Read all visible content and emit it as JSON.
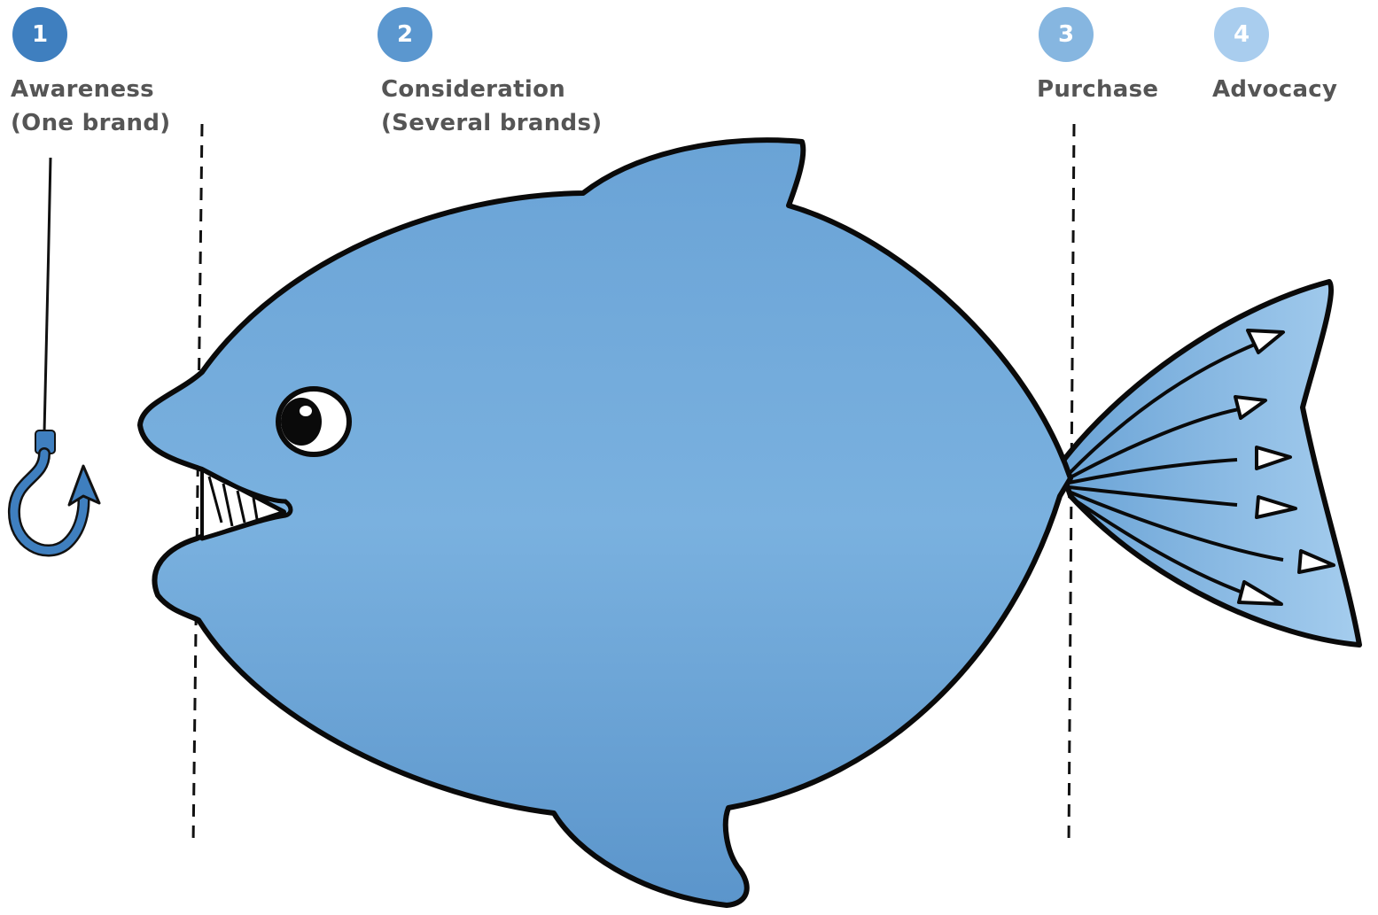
{
  "stages": [
    {
      "number": "1",
      "title": "Awareness",
      "subtitle": "(One brand)",
      "color": "#3f7fbf"
    },
    {
      "number": "2",
      "title": "Consideration",
      "subtitle": "(Several brands)",
      "color": "#5b97cf"
    },
    {
      "number": "3",
      "title": "Purchase",
      "subtitle": "",
      "color": "#86b6e0"
    },
    {
      "number": "4",
      "title": "Advocacy",
      "subtitle": "",
      "color": "#a9cdee"
    }
  ],
  "colors": {
    "fish_body": "#6da6d8",
    "fish_outline": "#0a0a0a",
    "tail": "#8cc0e6",
    "hook": "#3f7fbf"
  },
  "icons": [
    "fishing-hook-icon",
    "fish-illustration",
    "arrow-icon"
  ]
}
